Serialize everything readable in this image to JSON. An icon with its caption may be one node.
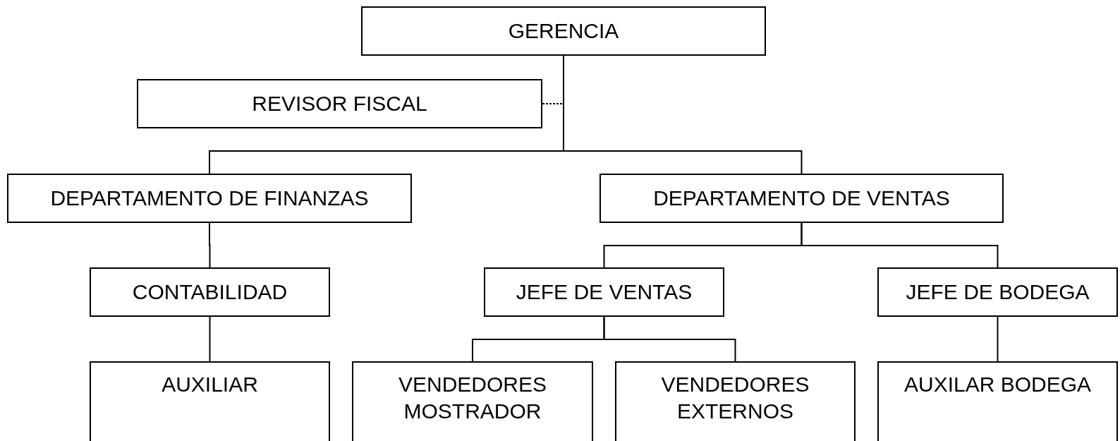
{
  "diagram": {
    "nodes": [
      {
        "text": [
          "GERENCIA"
        ]
      },
      {
        "text": [
          "REVISOR FISCAL"
        ]
      },
      {
        "text": [
          "DEPARTAMENTO DE FINANZAS"
        ]
      },
      {
        "text": [
          "DEPARTAMENTO DE VENTAS"
        ]
      },
      {
        "text": [
          "CONTABILIDAD"
        ]
      },
      {
        "text": [
          "JEFE DE VENTAS"
        ]
      },
      {
        "text": [
          "JEFE DE BODEGA"
        ]
      },
      {
        "text": [
          "AUXILIAR"
        ]
      },
      {
        "text": [
          "VENDEDORES MOSTRADOR"
        ]
      },
      {
        "text": [
          "VENDEDORES EXTERNOS"
        ]
      },
      {
        "text": [
          "AUXILAR BODEGA"
        ]
      }
    ],
    "edges": [
      {
        "from": 0,
        "to": 1,
        "arrow": "none",
        "style": "dashed"
      },
      {
        "from": 0,
        "to": 2,
        "arrow": "none"
      },
      {
        "from": 0,
        "to": 3,
        "arrow": "none"
      },
      {
        "from": 2,
        "to": 4,
        "arrow": "none"
      },
      {
        "from": 3,
        "to": 5,
        "arrow": "none"
      },
      {
        "from": 3,
        "to": 6,
        "arrow": "none"
      },
      {
        "from": 4,
        "to": 7,
        "arrow": "none"
      },
      {
        "from": 5,
        "to": 8,
        "arrow": "none"
      },
      {
        "from": 5,
        "to": 9,
        "arrow": "none"
      },
      {
        "from": 6,
        "to": 10,
        "arrow": "none"
      }
    ]
  }
}
